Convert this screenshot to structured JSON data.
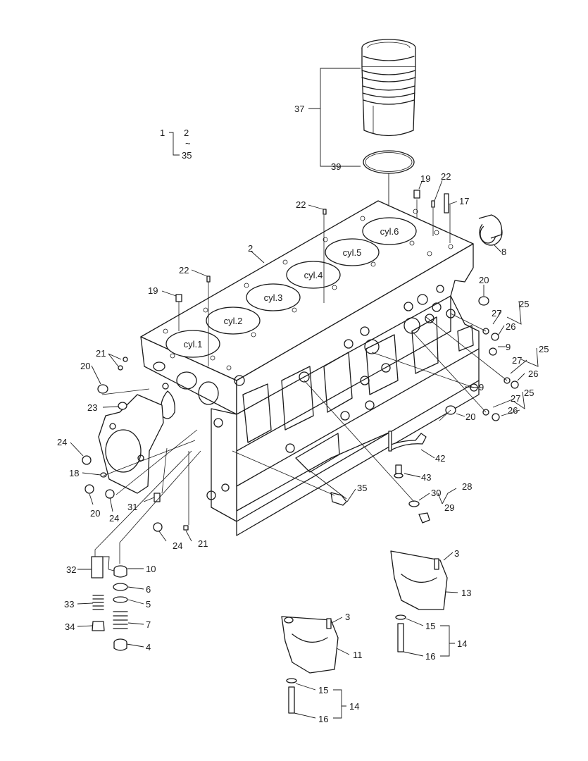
{
  "callouts": {
    "c1": "1",
    "c2": "2",
    "c2b": "2",
    "tilde": "~",
    "c35a": "35",
    "c35b": "35",
    "c37": "37",
    "c39": "39",
    "c19a": "19",
    "c19b": "19",
    "c22a": "22",
    "c22b": "22",
    "c22c": "22",
    "c17": "17",
    "c8": "8",
    "c20a": "20",
    "c20b": "20",
    "c20c": "20",
    "c20d": "20",
    "c21a": "21",
    "c21b": "21",
    "c23": "23",
    "c24a": "24",
    "c24b": "24",
    "c24c": "24",
    "c18": "18",
    "c31": "31",
    "c25a": "25",
    "c25b": "25",
    "c25c": "25",
    "c26a": "26",
    "c26b": "26",
    "c26c": "26",
    "c27a": "27",
    "c27b": "27",
    "c27c": "27",
    "c9a": "9",
    "c9b": "9",
    "c42": "42",
    "c43": "43",
    "c28": "28",
    "c29": "29",
    "c30": "30",
    "c32": "32",
    "c33": "33",
    "c34": "34",
    "c10": "10",
    "c6": "6",
    "c5": "5",
    "c7": "7",
    "c4": "4",
    "c3a": "3",
    "c3b": "3",
    "c13": "13",
    "c11": "11",
    "c14a": "14",
    "c14b": "14",
    "c15a": "15",
    "c15b": "15",
    "c16a": "16",
    "c16b": "16"
  },
  "cylinders": [
    "cyl.1",
    "cyl.2",
    "cyl.3",
    "cyl.4",
    "cyl.5",
    "cyl.6"
  ],
  "colors": {
    "line": "#1a1a1a",
    "background": "#ffffff",
    "shade": "#bdbdbd"
  }
}
